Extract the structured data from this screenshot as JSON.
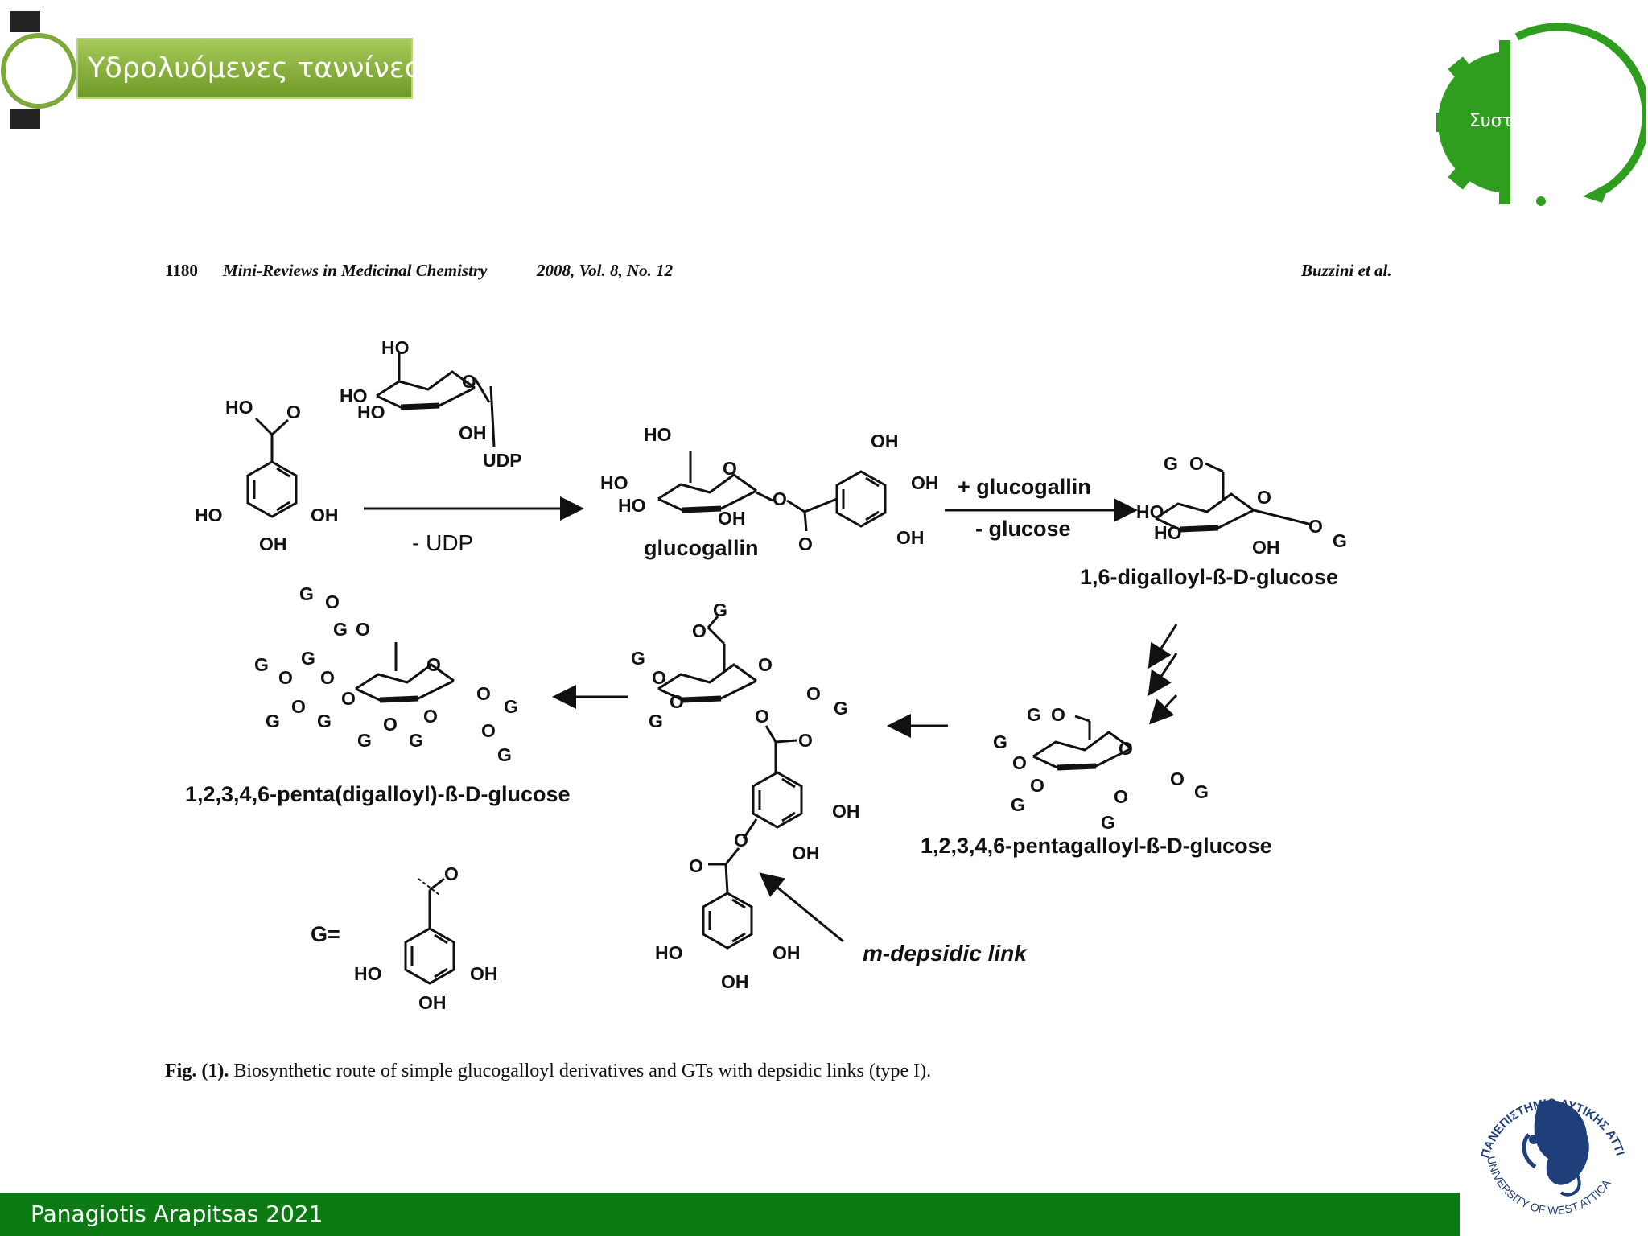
{
  "slide": {
    "title": "Υδρολυόμενες ταννίνες",
    "footer_text": "Panagiotis Arapitsas 2021",
    "gear_label": "Συστα"
  },
  "paper_header": {
    "page_number": "1180",
    "journal": "Mini-Reviews in Medicinal Chemistry",
    "year_vol": "2008, Vol. 8, No. 12",
    "authors": "Buzzini et al."
  },
  "figure": {
    "caption_label": "Fig. (1).",
    "caption_text": "Biosynthetic route of simple glucogalloyl derivatives and GTs with depsidic links (type I).",
    "reagent_minus_udp": "- UDP",
    "reagent_plus_glucogallin": "+ glucogallin",
    "reagent_minus_glucose": "- glucose",
    "name_glucogallin": "glucogallin",
    "name_digalloyl": "1,6-digalloyl-ß-D-glucose",
    "name_pentagalloyl": "1,2,3,4,6-pentagalloyl-ß-D-glucose",
    "name_penta_digalloyl": "1,2,3,4,6-penta(digalloyl)-ß-D-glucose",
    "depsidic_label": "m-depsidic link",
    "g_definition": "G=",
    "atoms": {
      "ho": "HO",
      "oh": "OH",
      "o": "O",
      "udp": "UDP",
      "g": "G"
    }
  },
  "logo": {
    "arc_text_top": "ΠΑΝΕΠΙΣΤΗΜΙΟ ΔΥΤΙΚΗΣ ΑΤΤΙΚΗΣ",
    "arc_text_bottom": "UNIVERSITY OF WEST ATTICA",
    "brand_color": "#1f3f7a"
  },
  "colors": {
    "accent_green": "#0b7a12",
    "title_green": "#7ea83a"
  }
}
